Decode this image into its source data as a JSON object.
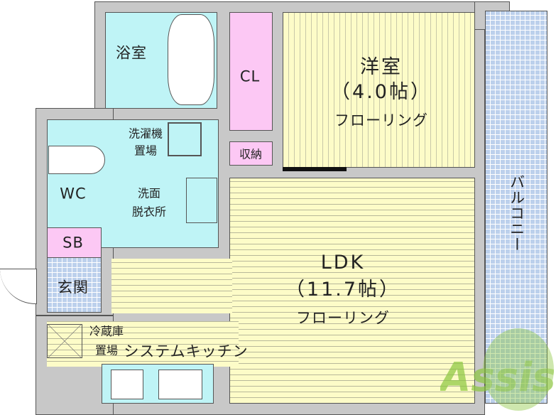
{
  "rooms": {
    "bath": "浴室",
    "western": {
      "name": "洋室",
      "size": "（4.0帖）",
      "floor": "フローリング"
    },
    "closet": "CL",
    "storage": "収納",
    "washer": [
      "洗濯機",
      "置場"
    ],
    "wc": "WC",
    "washroom": [
      "洗面",
      "脱衣所"
    ],
    "shoebox": "SB",
    "entrance": "玄関",
    "ldk": {
      "name": "LDK",
      "size": "（11.7帖）",
      "floor": "フローリング"
    },
    "balcony": "バルコニー",
    "fridge": [
      "冷蔵庫",
      "置場"
    ],
    "kitchen": "システムキッチン"
  },
  "logo": "Assist",
  "colors": {
    "wet": "#bff4f6",
    "storage": "#fcc8f4",
    "floor": "#fdfcc8",
    "tile": "#bcd0ec",
    "wall": "#c8c8c8",
    "logo": "#8cc63f"
  }
}
